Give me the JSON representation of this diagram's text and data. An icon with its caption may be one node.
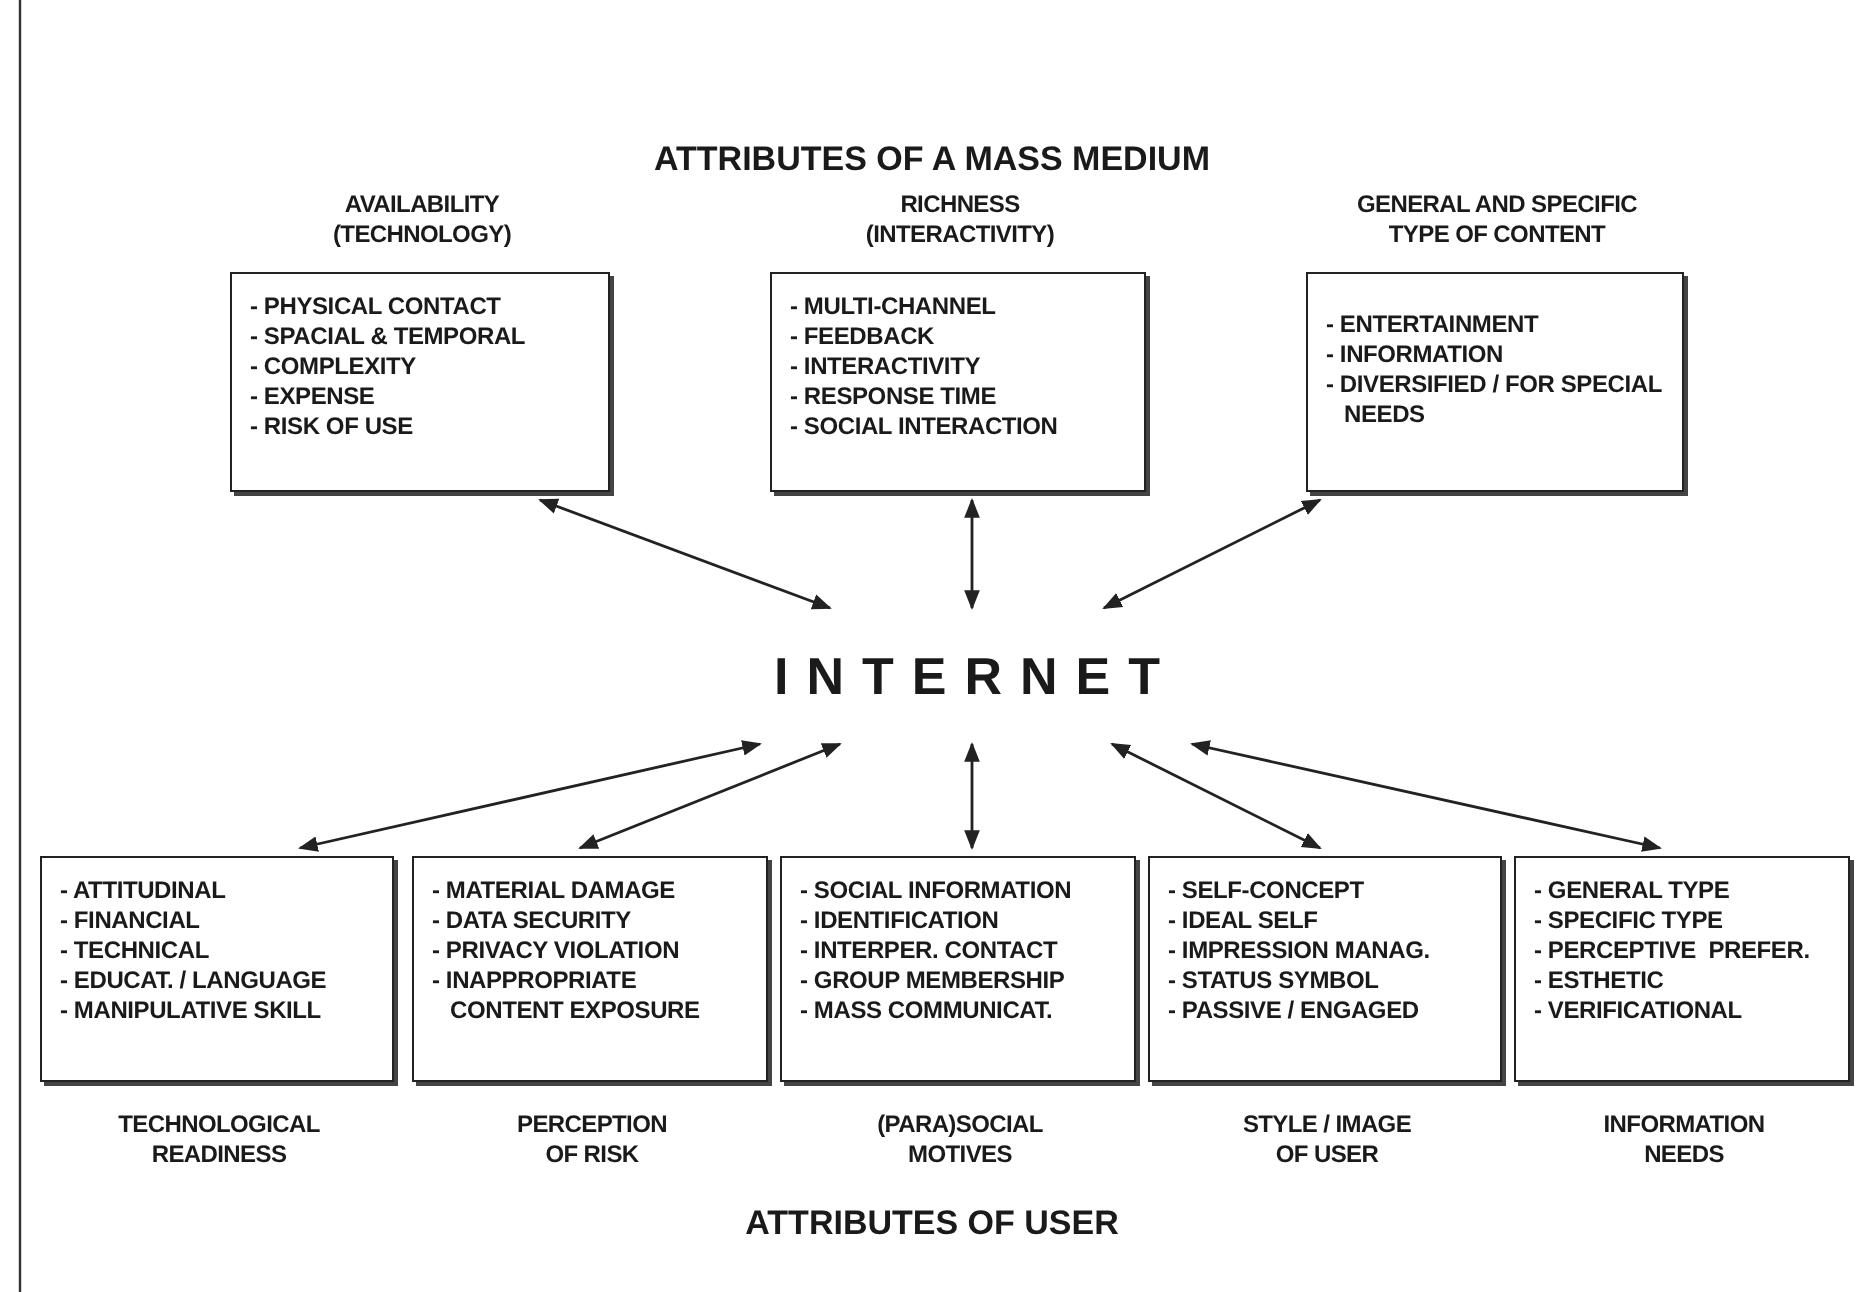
{
  "diagram": {
    "title": "ATTRIBUTES OF A MASS MEDIUM",
    "nodes": [
      {
        "text": [
          "AVAILABILITY (TECHNOLOGY)",
          "- PHYSICAL CONTACT",
          "- SPACIAL & TEMPORAL",
          "- COMPLEXITY",
          "- EXPENSE",
          "- RISK OF USE"
        ]
      },
      {
        "text": [
          "RICHNESS (INTERACTIVITY)",
          "- MULTI-CHANNEL",
          "- FEEDBACK",
          "- INTERACTIVITY",
          "- RESPONSE TIME",
          "- SOCIAL INTERACTION"
        ]
      },
      {
        "text": [
          "GENERAL AND SPECIFIC TYPE OF CONTENT",
          "- ENTERTAINMENT",
          "- INFORMATION",
          "- DIVERSIFIED / FOR SPECIAL NEEDS"
        ]
      },
      {
        "text": [
          "INTERNET"
        ]
      },
      {
        "text": [
          "- ATTITUDINAL",
          "- FINANCIAL",
          "- TECHNICAL",
          "- EDUCAT. / LANGUAGE",
          "- MANIPULATIVE SKILL",
          "TECHNOLOGICAL READINESS"
        ]
      },
      {
        "text": [
          "- MATERIAL DAMAGE",
          "- DATA SECURITY",
          "- PRIVACY VIOLATION",
          "- INAPPROPRIATE CONTENT EXPOSURE",
          "PERCEPTION OF RISK"
        ]
      },
      {
        "text": [
          "- SOCIAL INFORMATION",
          "- IDENTIFICATION",
          "- INTERPER. CONTACT",
          "- GROUP MEMBERSHIP",
          "- MASS COMMUNICAT.",
          "(PARA)SOCIAL MOTIVES"
        ]
      },
      {
        "text": [
          "- SELF-CONCEPT",
          "- IDEAL SELF",
          "- IMPRESSION MANAG.",
          "- STATUS SYMBOL",
          "- PASSIVE / ENGAGED",
          "STYLE / IMAGE OF USER"
        ]
      },
      {
        "text": [
          "- GENERAL TYPE",
          "- SPECIFIC TYPE",
          "- PERCEPTIVE  PREFER.",
          "- ESTHETIC",
          "- VERIFICATIONAL",
          "INFORMATION NEEDS"
        ]
      }
    ],
    "edges": [
      {
        "from": 3,
        "to": 0,
        "arrow": "both"
      },
      {
        "from": 3,
        "to": 1,
        "arrow": "both"
      },
      {
        "from": 3,
        "to": 2,
        "arrow": "both"
      },
      {
        "from": 3,
        "to": 4,
        "arrow": "both"
      },
      {
        "from": 3,
        "to": 5,
        "arrow": "both"
      },
      {
        "from": 3,
        "to": 6,
        "arrow": "both"
      },
      {
        "from": 3,
        "to": 7,
        "arrow": "both"
      },
      {
        "from": 3,
        "to": 8,
        "arrow": "both"
      }
    ],
    "labels": [
      "ATTRIBUTES OF USER"
    ]
  }
}
